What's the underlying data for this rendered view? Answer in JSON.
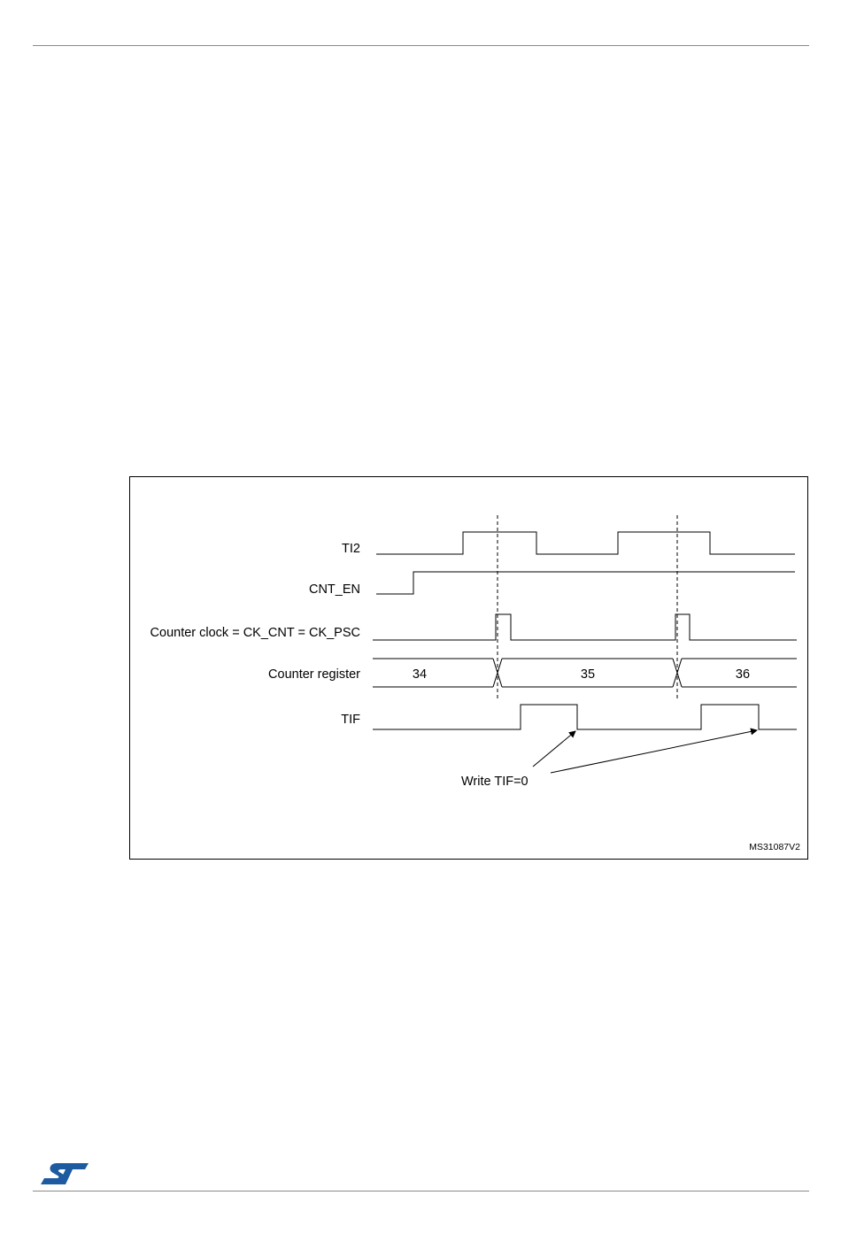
{
  "diagram": {
    "signals": [
      {
        "id": "ti2",
        "label": "TI2"
      },
      {
        "id": "cnt-en",
        "label": "CNT_EN"
      },
      {
        "id": "counter-clock",
        "label": "Counter clock = CK_CNT = CK_PSC"
      },
      {
        "id": "counter-register",
        "label": "Counter register"
      },
      {
        "id": "tif",
        "label": "TIF"
      }
    ],
    "counter_values": [
      "34",
      "35",
      "36"
    ],
    "annotation": "Write TIF=0",
    "figure_id": "MS31087V2"
  },
  "logo": {
    "brand_color": "#1e5aa0"
  }
}
